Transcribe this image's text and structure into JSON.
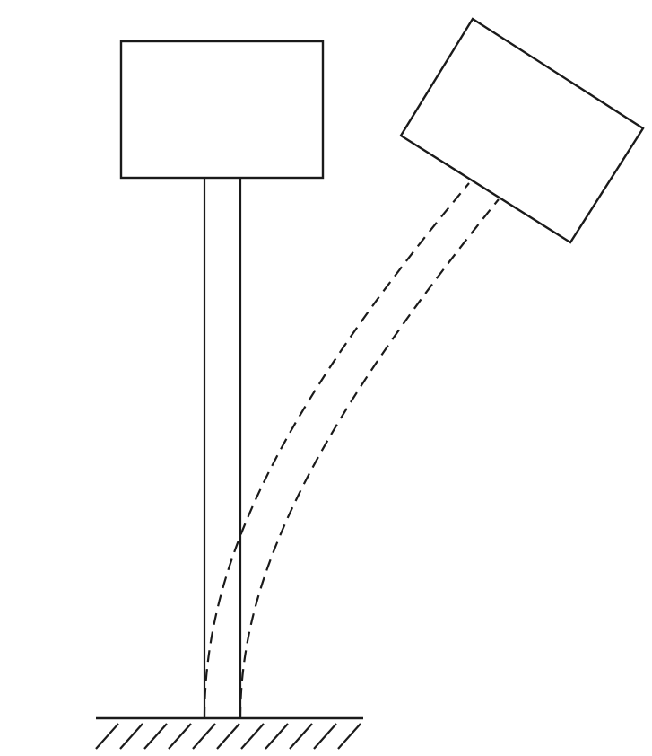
{
  "diagram": {
    "kind": "cantilever-column-with-top-mass",
    "upright_state": {
      "mass_block": "rectangle",
      "column": "vertical-straight",
      "line_style": "solid"
    },
    "deflected_state": {
      "mass_block": "rotated-rectangle",
      "column": "curved-bent",
      "line_style": "dashed"
    },
    "support": "fixed-ground-hatched",
    "colors": {
      "line": "#1a1a1a",
      "background": "#ffffff"
    }
  }
}
